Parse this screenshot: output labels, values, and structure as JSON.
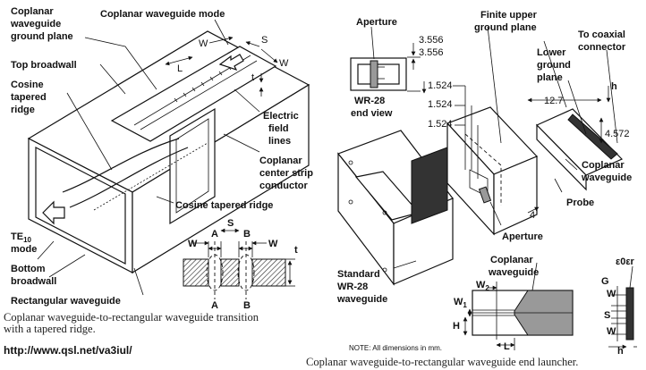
{
  "left_diagram": {
    "labels": {
      "coplanar_ground_plane": [
        "Coplanar",
        "waveguide",
        "ground plane"
      ],
      "cpw_mode": "Coplanar waveguide mode",
      "top_broadwall": "Top broadwall",
      "cosine_ridge": [
        "Cosine",
        "tapered",
        "ridge"
      ],
      "electric_field": [
        "Electric",
        "field",
        "lines"
      ],
      "center_strip": [
        "Coplanar",
        "center strip",
        "conductor"
      ],
      "cosine_tapered_ridge": "Cosine tapered ridge",
      "te10_mode": [
        "TE",
        "10",
        "mode"
      ],
      "bottom_broadwall": [
        "Bottom",
        "broadwall"
      ],
      "rectangular_waveguide": "Rectangular waveguide",
      "dim_W": "W",
      "dim_S": "S",
      "dim_L": "L",
      "dim_t": "t"
    },
    "cross_section": {
      "W": "W",
      "S": "S",
      "A_top": "A",
      "B_top": "B",
      "A_bottom": "A",
      "B_bottom": "B",
      "t": "t"
    },
    "caption": [
      "Coplanar  waveguide-to-rectangular  waveguide  transition",
      "with a tapered ridge."
    ]
  },
  "url": "http://www.qsl.net/va3iul/",
  "right_diagram": {
    "labels": {
      "aperture_top": "Aperture",
      "end_view": [
        "WR-28",
        "end view"
      ],
      "dim_3556a": "3.556",
      "dim_3556b": "3.556",
      "dim_1524a": "1.524",
      "dim_1524b": "1.524",
      "dim_1524c": "1.524",
      "finite_upper": [
        "Finite upper",
        "ground plane"
      ],
      "to_coax": [
        "To coaxial",
        "connector"
      ],
      "lower_ground": [
        "Lower",
        "ground",
        "plane"
      ],
      "dim_127": "12.7",
      "dim_h": "h",
      "dim_4572": "4.572",
      "coplanar_wg": [
        "Coplanar",
        "waveguide"
      ],
      "probe": "Probe",
      "dim_4": "4",
      "aperture_bottom": "Aperture",
      "standard_wr28": [
        "Standard",
        "WR-28",
        "waveguide"
      ]
    },
    "detail": {
      "coplanar_wg": [
        "Coplanar",
        "waveguide"
      ],
      "W2": "W",
      "W2_sub": "2",
      "W1": "W",
      "W1_sub": "1",
      "H": "H",
      "L": "L",
      "e0er": "ε0εr",
      "G": "G",
      "W": "W",
      "S": "S",
      "W_b": "W",
      "h": "h",
      "note": "NOTE: All dimensions in mm."
    },
    "caption": "Coplanar waveguide-to-rectangular waveguide end launcher."
  }
}
